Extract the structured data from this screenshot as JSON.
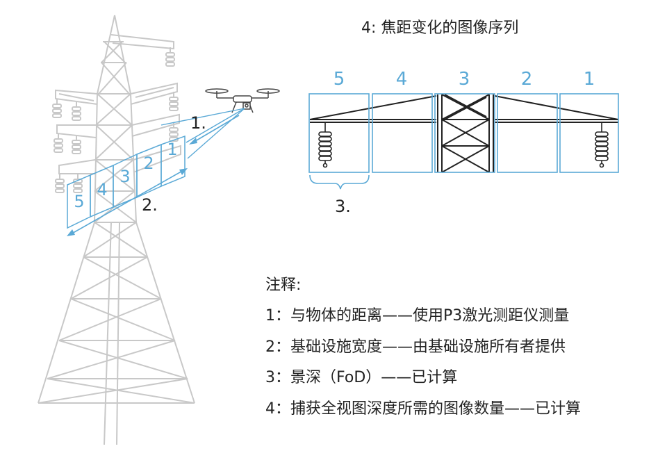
{
  "sequence_title": "4: 焦距变化的图像序列",
  "frames": [
    "5",
    "4",
    "3",
    "2",
    "1"
  ],
  "tower_frames": [
    "5",
    "4",
    "3",
    "2",
    "1"
  ],
  "markers": {
    "one": "1.",
    "two": "2.",
    "three": "3."
  },
  "notes": {
    "heading": "注释:",
    "items": [
      "1：与物体的距离——使用P3激光测距仪测量",
      "2：基础设施宽度——由基础设施所有者提供",
      "3：景深（FoD）——已计算",
      "4：捕获全视图深度所需的图像数量——已计算"
    ]
  },
  "colors": {
    "accent": "#5aa9d6",
    "structure": "#c8c8c8",
    "ink": "#222222"
  }
}
